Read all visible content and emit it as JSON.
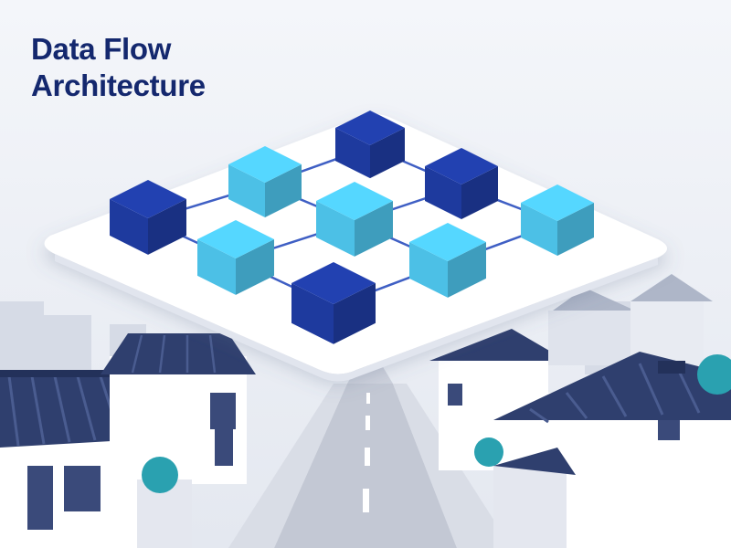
{
  "header": {
    "title_line1": "Data Flow",
    "title_line2": "Architecture"
  },
  "illustration": {
    "subject": "isometric-network-platform-over-street",
    "colors": {
      "title": "#14286e",
      "node_dark": "#1e3a9e",
      "node_light": "#4cc0e6",
      "link": "#3f5fc4",
      "platform": "#ffffff",
      "roof": "#2f3f6e",
      "wall": "#ffffff",
      "road": "#b4bac8",
      "tree": "#2aa1b0"
    }
  }
}
